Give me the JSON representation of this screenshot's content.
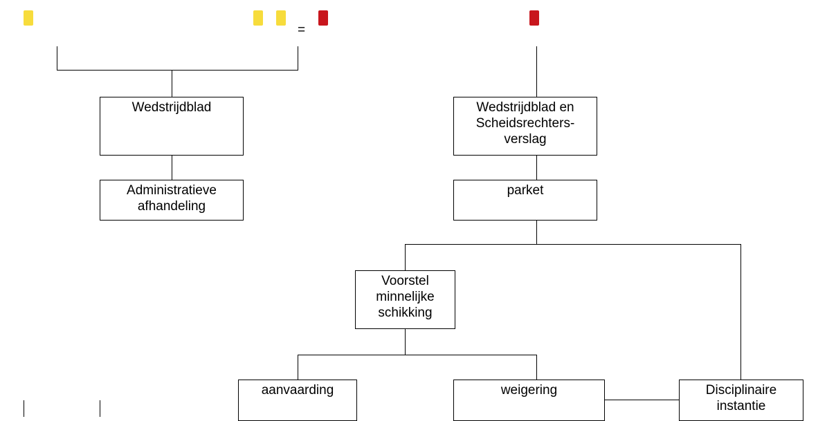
{
  "colors": {
    "yellow_card": "#f7dc3c",
    "red_card": "#c8161d",
    "line": "#000000"
  },
  "icons": {
    "yellow_card": "yellow-card-icon",
    "red_card": "red-card-icon"
  },
  "equation": {
    "operator": "="
  },
  "nodes": {
    "wedstrijdblad": "Wedstrijdblad",
    "administratieve_afhandeling": "Administratieve\nafhandeling",
    "wedstrijdblad_scheidsrechtersverslag": "Wedstrijdblad en\nScheidsrechters-\nverslag",
    "parket": "parket",
    "voorstel_minnelijke_schikking": "Voorstel\nminnelijke\nschikking",
    "aanvaarding": "aanvaarding",
    "weigering": "weigering",
    "disciplinaire_instantie": "Disciplinaire\ninstantie"
  }
}
